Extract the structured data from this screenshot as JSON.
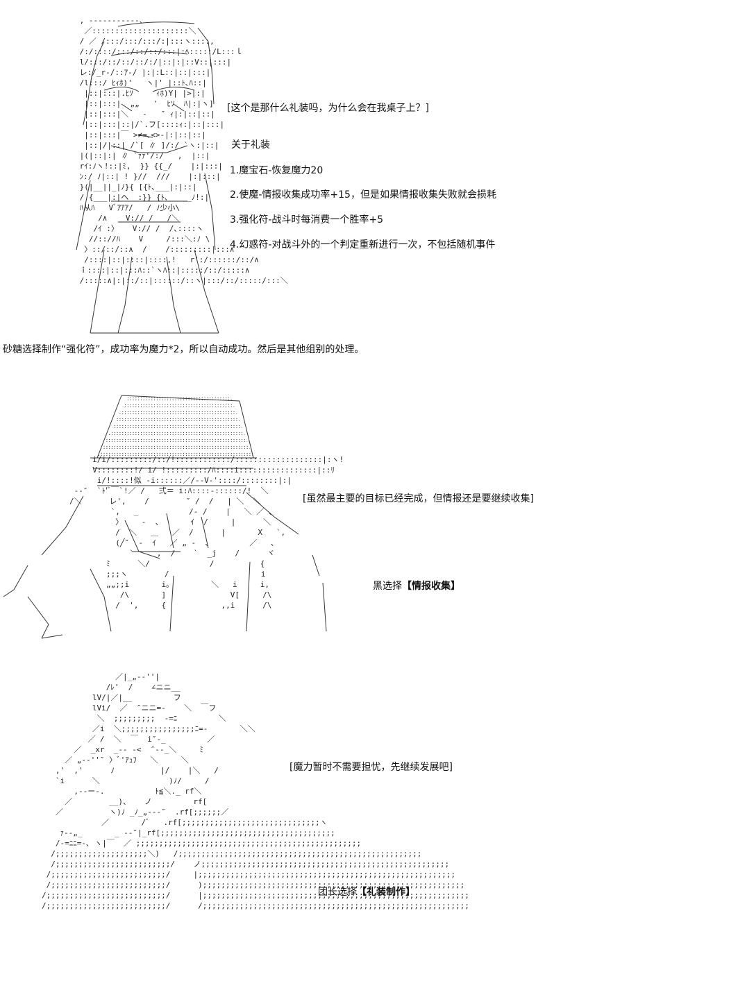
{
  "section1": {
    "dialogue": "[这个是那什么礼装吗，为什么会在我桌子上？]",
    "heading": "关于礼装",
    "items": [
      "1.魔宝石-恢复魔力20",
      "2.使魔-情报收集成功率+15，但是如果情报收集失败就会损耗",
      "3.强化符-战斗时每消费一个胜率+5",
      "4.幻惑符-对战斗外的一个判定重新进行一次，不包括随机事件"
    ],
    "narration": "砂糖选择制作“强化符”，成功率为魔力*2，所以自动成功。然后是其他组别的处理。"
  },
  "section2": {
    "dialogue": "[虽然最主要的目标已经完成，但情报还是要继续收集]",
    "choice_prefix": "黑选择",
    "choice_bold": "【情报收集】"
  },
  "section3": {
    "dialogue": "[魔力暂时不需要担忧，先继续发展吧]",
    "choice_prefix": "团长选择",
    "choice_bold": "【礼装制作】"
  }
}
